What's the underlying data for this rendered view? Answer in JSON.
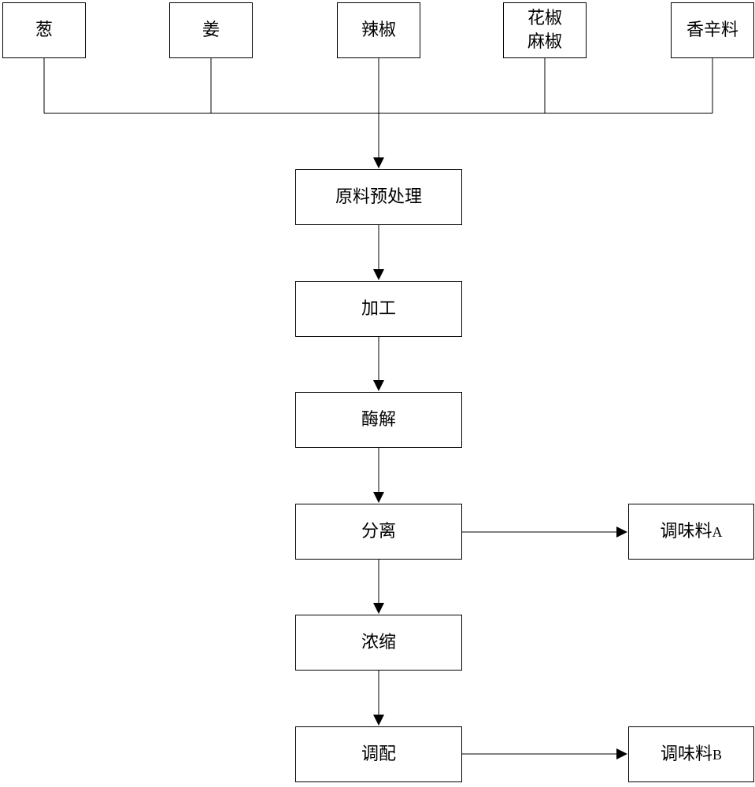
{
  "ingredients": {
    "cong": "葱",
    "jiang": "姜",
    "lajiao": "辣椒",
    "huajiao_line1": "花椒",
    "huajiao_line2": "麻椒",
    "xiangxinliao": "香辛料"
  },
  "process": {
    "pretreatment": "原料预处理",
    "processing": "加工",
    "enzymolysis": "酶解",
    "separation": "分离",
    "concentration": "浓缩",
    "blending": "调配"
  },
  "outputs": {
    "seasoning_a_prefix": "调味料",
    "seasoning_a_suffix": "A",
    "seasoning_b_prefix": "调味料",
    "seasoning_b_suffix": "B"
  },
  "colors": {
    "stroke": "#000000",
    "background": "#ffffff"
  }
}
